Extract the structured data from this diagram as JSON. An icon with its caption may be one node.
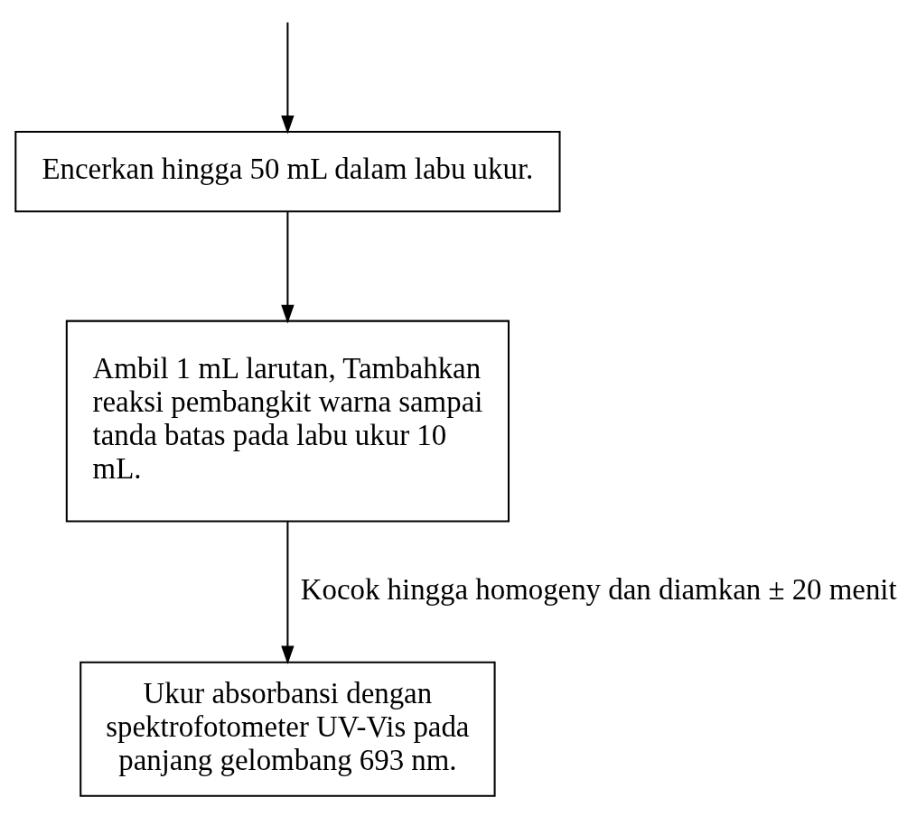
{
  "diagram": {
    "nodes": [
      {
        "text": [
          "Encerkan hingga 50 mL dalam labu ukur."
        ]
      },
      {
        "text": [
          "Ambil 1 mL larutan, Tambahkan reaksi pembangkit warna sampai tanda batas pada labu ukur 10 mL."
        ]
      },
      {
        "text": [
          "Ukur absorbansi dengan spektrofotometer UV-Vis pada panjang gelombang 693 nm."
        ]
      }
    ],
    "edges": [
      {
        "from": null,
        "to": 0,
        "arrow": "to"
      },
      {
        "from": 0,
        "to": 1,
        "arrow": "to"
      },
      {
        "from": 1,
        "to": 2,
        "arrow": "to",
        "label": "Kocok hingga homogeny dan diamkan ± 20 menit"
      }
    ]
  }
}
